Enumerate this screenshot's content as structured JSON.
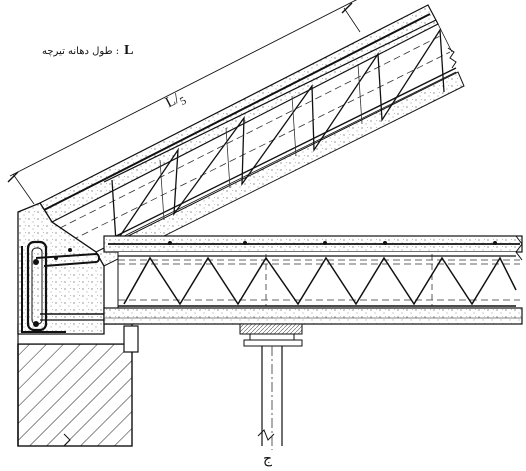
{
  "legend": {
    "symbol": "L",
    "text": ": طول دهانه تیرچه"
  },
  "dimension": {
    "numerator": "L",
    "denominator": "5"
  },
  "detail_mark": "ج"
}
